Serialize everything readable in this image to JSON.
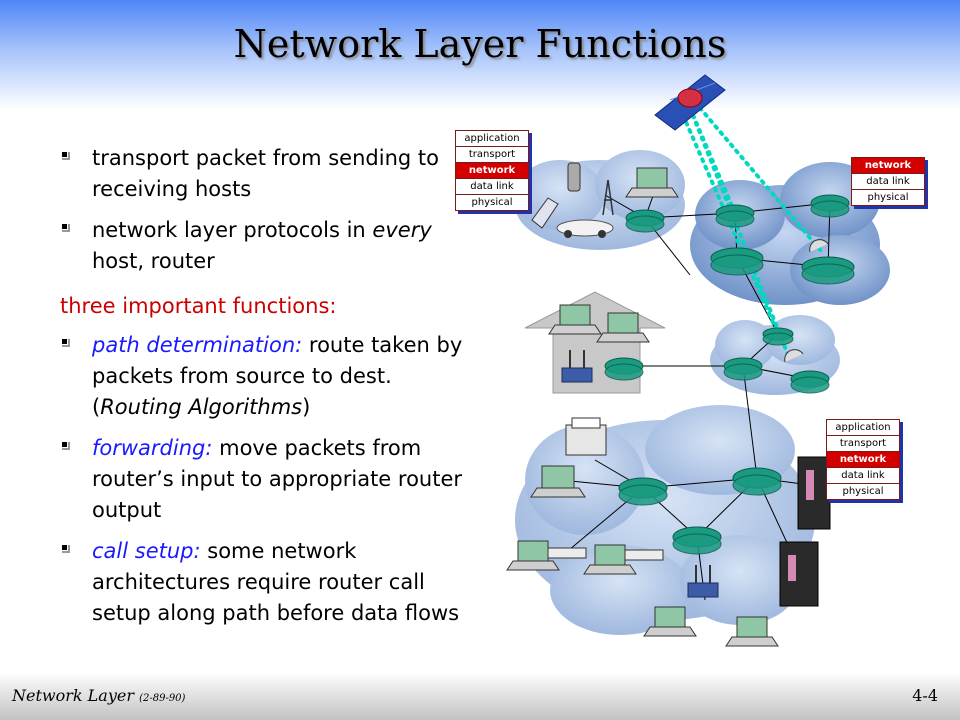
{
  "title": "Network Layer Functions",
  "bullets_top": [
    {
      "text": "transport packet from sending to receiving hosts"
    },
    {
      "text_a": "network layer protocols in ",
      "text_em": "every",
      "text_b": " host, router"
    }
  ],
  "section_heading": "three important functions:",
  "functions": [
    {
      "term": "path determination:",
      "text_a": " route taken by packets from source to dest. (",
      "text_em": "Routing Algorithms",
      "text_b": ")"
    },
    {
      "term": "forwarding:",
      "text": " move packets from router’s input to appropriate router output"
    },
    {
      "term": "call setup:",
      "text": " some network architectures require router call setup along path before data flows"
    }
  ],
  "stacks": {
    "top_left": [
      "application",
      "transport",
      "network",
      "data link",
      "physical"
    ],
    "top_right": [
      "network",
      "data link",
      "physical"
    ],
    "bottom_right": [
      "application",
      "transport",
      "network",
      "data link",
      "physical"
    ]
  },
  "footer": {
    "left_main": "Network Layer",
    "left_small": "(2-89-90)",
    "page": "4-4"
  },
  "colors": {
    "term_blue": "#1a1aff",
    "heading_red": "#cc0000",
    "stack_highlight": "#d40000",
    "router_teal": "#1a9a80",
    "path_cyan": "#00d8c0",
    "cloud": "#a9c2e6"
  }
}
